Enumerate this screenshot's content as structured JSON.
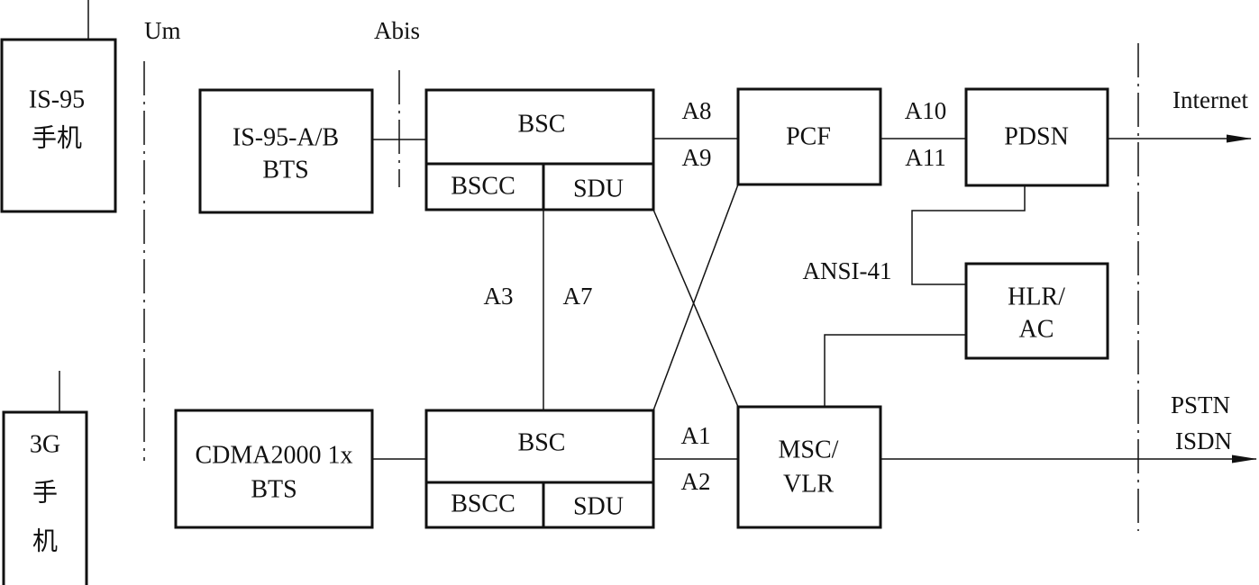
{
  "handsets": {
    "is95": {
      "line1": "IS-95",
      "line2": "手机"
    },
    "g3": {
      "line1": "3G",
      "line2": "手",
      "line3": "机"
    }
  },
  "interfaces": {
    "um": "Um",
    "abis": "Abis",
    "a8": "A8",
    "a9": "A9",
    "a10": "A10",
    "a11": "A11",
    "a3": "A3",
    "a7": "A7",
    "a1": "A1",
    "a2": "A2",
    "ansi41": "ANSI-41"
  },
  "nodes": {
    "bts_is95": {
      "line1": "IS-95-A/B",
      "line2": "BTS"
    },
    "bts_cdma": {
      "line1": "CDMA2000 1x",
      "line2": "BTS"
    },
    "bsc_top": {
      "title": "BSC",
      "bscc": "BSCC",
      "sdu": "SDU"
    },
    "bsc_bottom": {
      "title": "BSC",
      "bscc": "BSCC",
      "sdu": "SDU"
    },
    "pcf": "PCF",
    "pdsn": "PDSN",
    "hlr": {
      "line1": "HLR/",
      "line2": "AC"
    },
    "msc": {
      "line1": "MSC/",
      "line2": "VLR"
    }
  },
  "external": {
    "internet": "Internet",
    "pstn": "PSTN",
    "isdn": "ISDN"
  }
}
